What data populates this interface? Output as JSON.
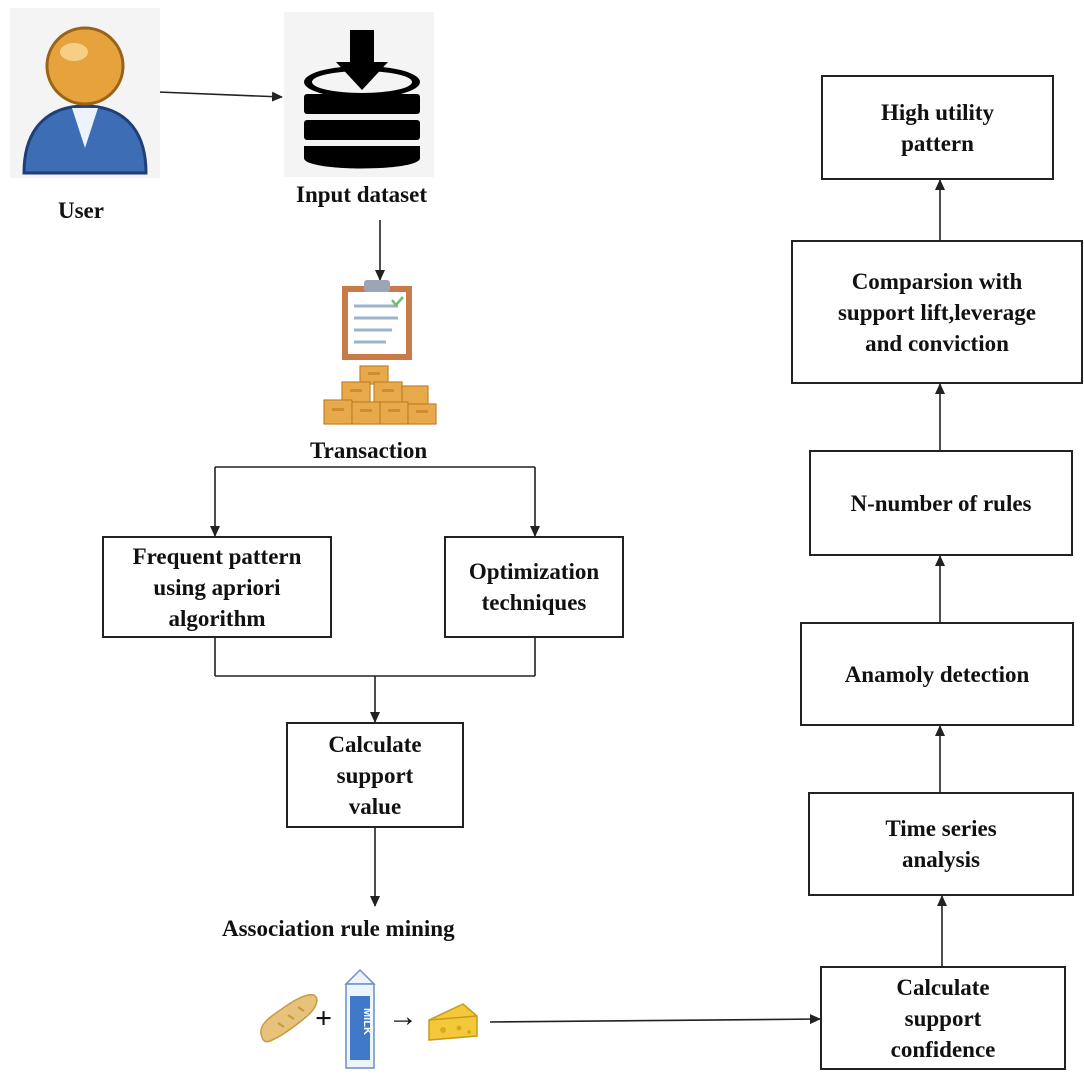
{
  "labels": {
    "user": "User",
    "input_dataset": "Input dataset",
    "transaction": "Transaction",
    "association_rule_mining": "Association rule mining"
  },
  "boxes": {
    "frequent_pattern": [
      "Frequent pattern",
      "using apriori",
      "algorithm"
    ],
    "optimization": [
      "Optimization",
      "techniques"
    ],
    "calculate_support_value": [
      "Calculate",
      "support",
      "value"
    ],
    "calculate_support_confidence": [
      "Calculate",
      "support",
      "confidence"
    ],
    "time_series": [
      "Time series",
      "analysis"
    ],
    "anomaly_detection": [
      "Anamoly detection"
    ],
    "n_rules": [
      "N-number of rules"
    ],
    "comparison": [
      "Comparsion with",
      "support lift,leverage",
      "and conviction"
    ],
    "high_utility": [
      "High utility",
      "pattern"
    ]
  },
  "rule_example": {
    "plus": "+",
    "arrow": "→",
    "milk_text": "MILK"
  },
  "icons": [
    "user-icon",
    "database-download-icon",
    "clipboard-icon",
    "boxes-icon",
    "bread-icon",
    "milk-carton-icon",
    "cheese-icon"
  ],
  "colors": {
    "line": "#222222",
    "user_body": "#3d6db5",
    "user_head": "#e6a23c",
    "box_orange": "#e8a94b"
  }
}
